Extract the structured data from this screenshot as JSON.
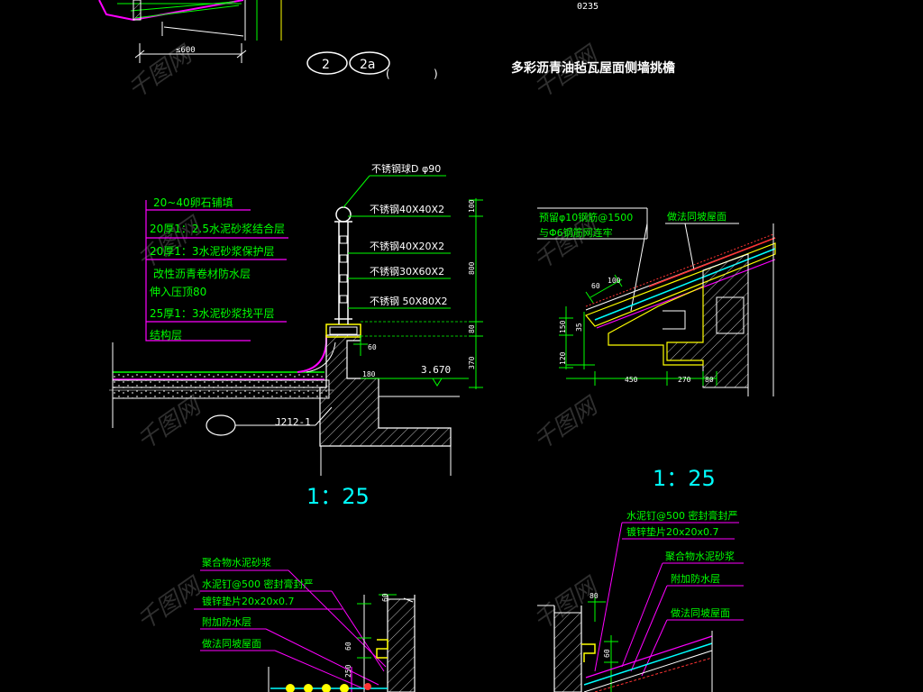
{
  "colors": {
    "background": "#000000",
    "green_text": "#00ff00",
    "yellow_line": "#ffff00",
    "magenta_line": "#ff00ff",
    "white_line": "#ffffff",
    "cyan_label": "#00ffff",
    "red_dim": "#ff3333",
    "watermark": "#3a3a3a"
  },
  "top": {
    "code_label": "0235",
    "dim_label": "≤600",
    "detail_ref_1": "2",
    "detail_ref_2": "2a",
    "bracket_open": "(",
    "bracket_close": ")",
    "title": "多彩沥青油毡瓦屋面侧墙挑檐"
  },
  "detail_left": {
    "layers": [
      "20~40卵石铺填",
      "20厚1：2.5水泥砂浆结合层",
      "20厚1：3水泥砂浆保护层",
      "改性沥青卷材防水层",
      "伸入压顶80",
      "25厚1：3水泥砂浆找平层",
      "结构层"
    ],
    "railing": [
      "不锈钢球D φ90",
      "不锈钢40X40X2",
      "不锈钢40X20X2",
      "不锈钢30X60X2",
      "不锈钢 50X80X2"
    ],
    "dims": [
      "100",
      "800",
      "80",
      "60",
      "370",
      "180"
    ],
    "elevation": "3.670",
    "callout": "J212-1",
    "scale": "1：25"
  },
  "detail_right": {
    "label_1": "预留φ10钢筋@1500",
    "label_2": "与Φ6钢筋网连牢",
    "label_3": "做法同坡屋面",
    "dims": [
      "60",
      "100",
      "150",
      "120",
      "35",
      "450",
      "270",
      "80"
    ],
    "scale": "1：25"
  },
  "detail_bottom_left": {
    "labels": [
      "聚合物水泥砂浆",
      "水泥钉@500  密封膏封严",
      "镀锌垫片20x20x0.7",
      "附加防水层",
      "做法同坡屋面"
    ],
    "dims": [
      "60",
      "60",
      "250"
    ]
  },
  "detail_bottom_right": {
    "labels": [
      "水泥钉@500 密封膏封严",
      "镀锌垫片20x20x0.7",
      "聚合物水泥砂浆",
      "附加防水层",
      "做法同坡屋面"
    ],
    "dims": [
      "80",
      "60"
    ]
  }
}
